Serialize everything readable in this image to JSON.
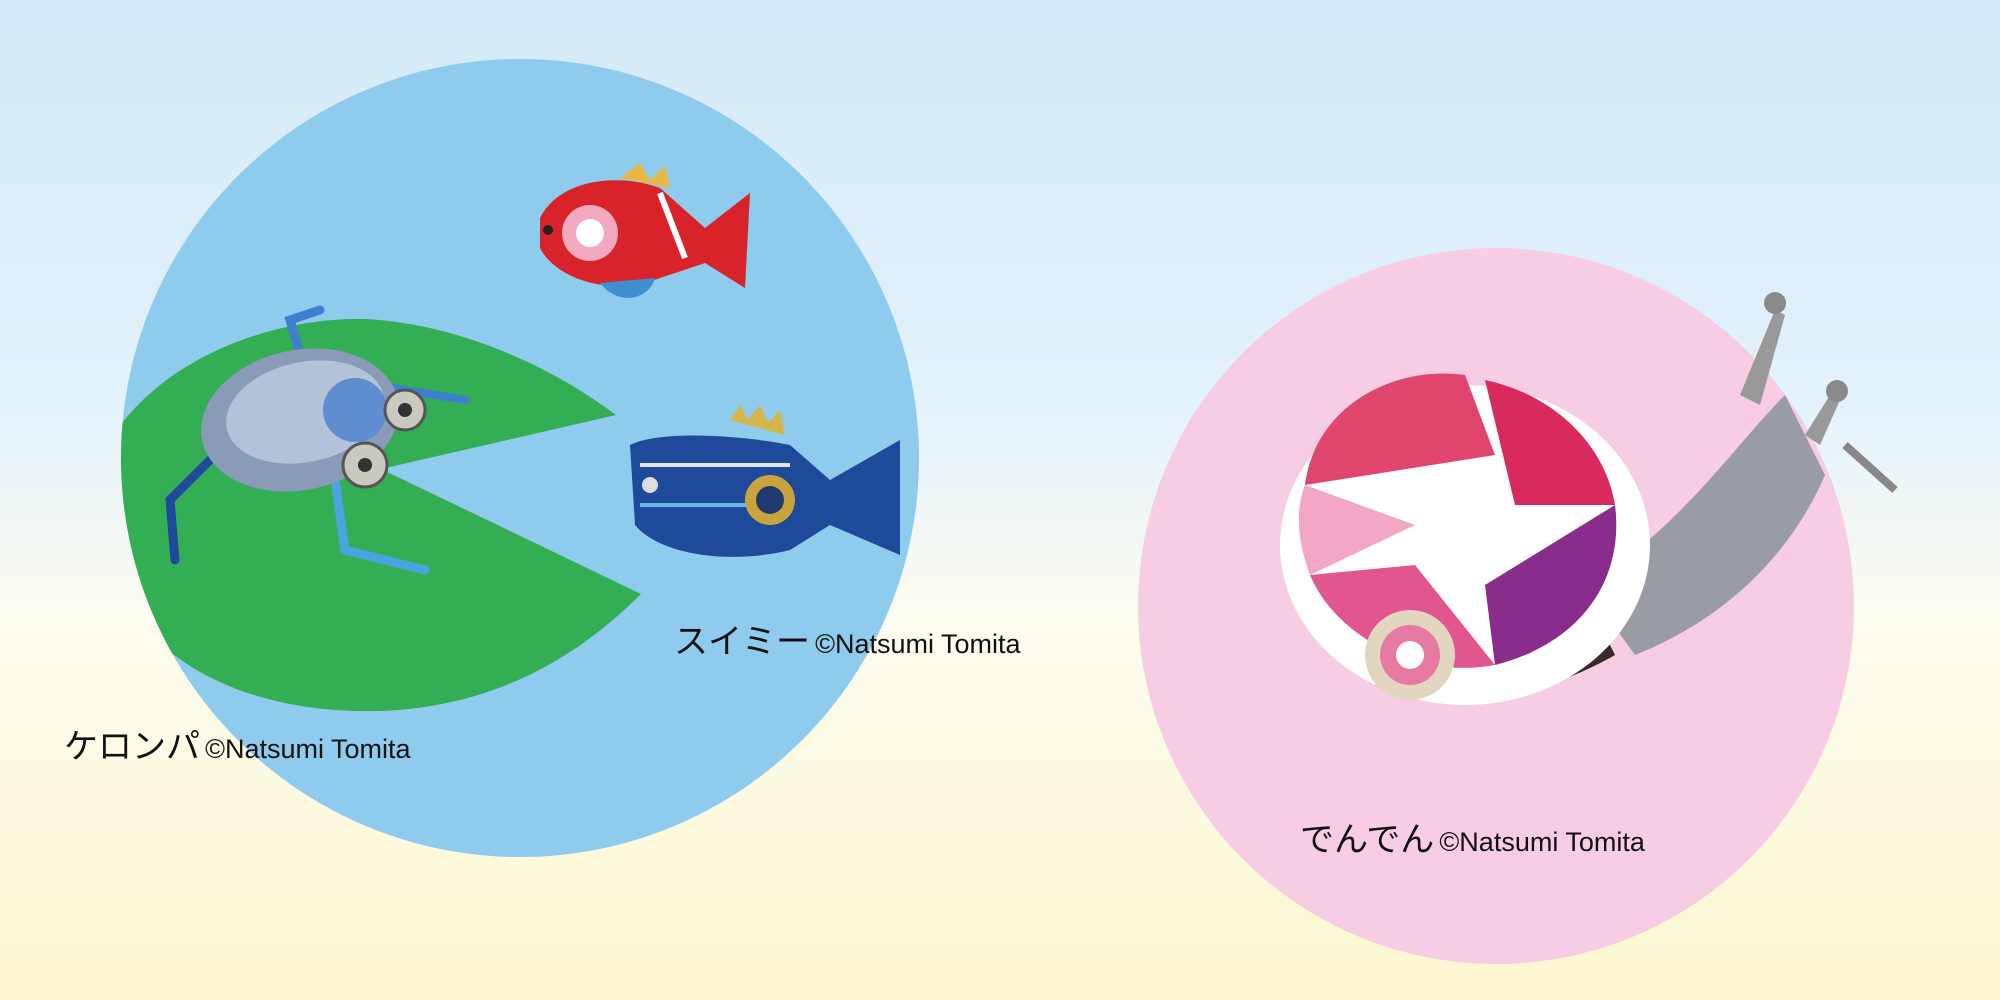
{
  "artworks": [
    {
      "name": "ケロンパ",
      "credit": "©Natsumi Tomita",
      "icon": "frog-sculpture"
    },
    {
      "name": "スイミー",
      "credit": "©Natsumi Tomita",
      "icon": "fish-sculpture"
    },
    {
      "name": "でんでん",
      "credit": "©Natsumi Tomita",
      "icon": "snail-sculpture"
    }
  ],
  "colors": {
    "pond": "#8fcbec",
    "lily_pad": "#34ae54",
    "snail_circle": "#f6cde3",
    "bg_top": "#d3eaf8",
    "bg_bottom": "#fdf8d0"
  }
}
